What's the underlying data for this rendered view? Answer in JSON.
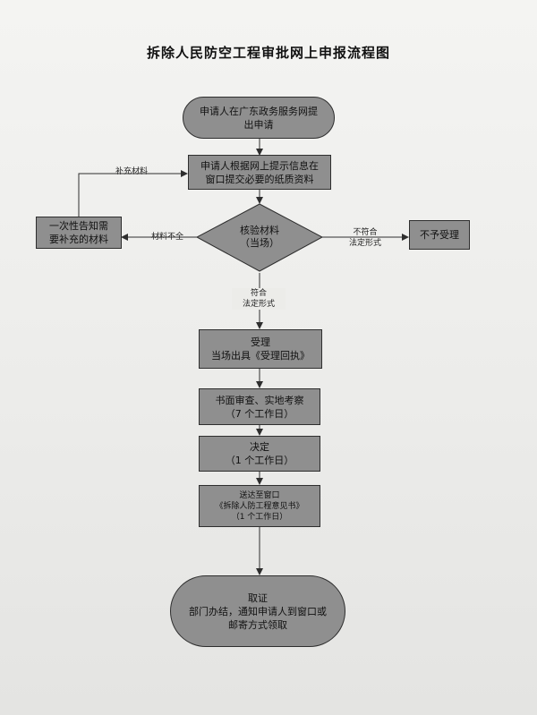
{
  "title": "拆除人民防空工程审批网上申报流程图",
  "nodes": {
    "start": [
      "申请人在广东政务服务网提",
      "出申请"
    ],
    "submit": [
      "申请人根据网上提示信息在",
      "窗口提交必要的纸质资料"
    ],
    "verify": [
      "核验材料",
      "（当场）"
    ],
    "notify": [
      "一次性告知需",
      "要补充的材料"
    ],
    "reject": "不予受理",
    "accept": [
      "受理",
      "当场出具《受理回执》"
    ],
    "review": [
      "书面审查、实地考察",
      "（7 个工作日）"
    ],
    "decision": [
      "决定",
      "（1 个工作日）"
    ],
    "deliver": [
      "送达至窗口",
      "《拆除人防工程意见书》",
      "（1 个工作日）"
    ],
    "pickup": [
      "取证",
      "部门办结，通知申请人到窗口或",
      "邮寄方式领取"
    ]
  },
  "edge_labels": {
    "supplement": "补充材料",
    "incomplete": "材料不全",
    "not_compliant": [
      "不符合",
      "法定形式"
    ],
    "compliant": [
      "符合",
      "法定形式"
    ]
  },
  "colors": {
    "box_fill": "#8f8f8f",
    "line": "#2e2e2e"
  }
}
